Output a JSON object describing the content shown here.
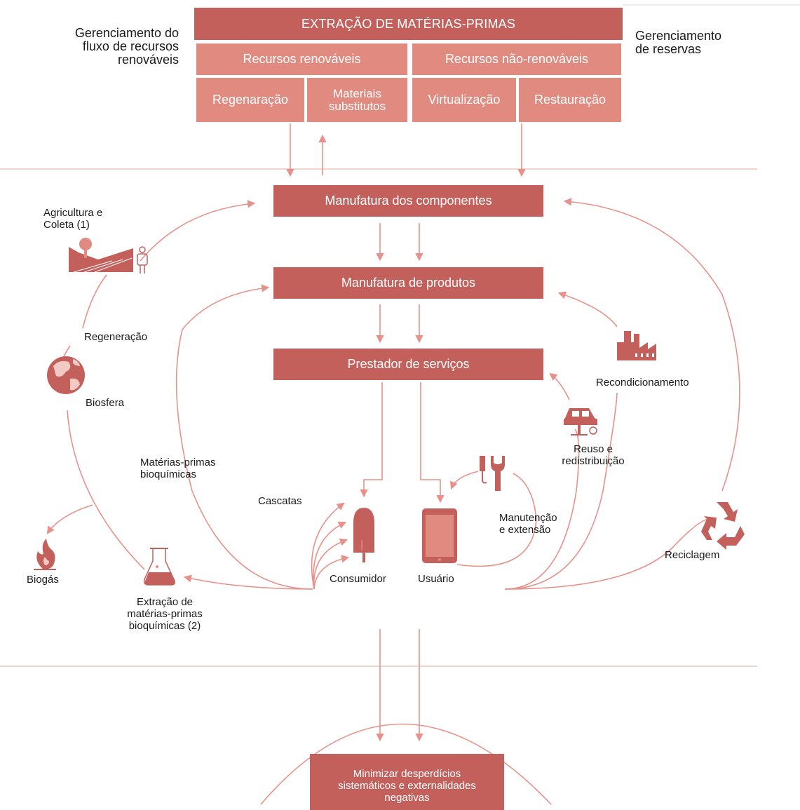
{
  "header": {
    "title": "EXTRAÇÃO DE MATÉRIAS-PRIMAS",
    "left_note": "Gerenciamento do\nfluxo de recursos\nrenováveis",
    "right_note": "Gerenciamento\nde reservas",
    "renewables": "Recursos renováveis",
    "non_renewables": "Recursos não-renováveis",
    "regeneration": "Regenaração",
    "substitutes": "Materiais\nsubstitutos",
    "virtualization": "Virtualização",
    "restoration": "Restauração"
  },
  "stages": {
    "components": "Manufatura dos componentes",
    "products": "Manufatura de produtos",
    "services": "Prestador de serviços",
    "minimize": "Minimizar desperdícios\nsistemáticos e externalidades\nnegativas"
  },
  "labels": {
    "agriculture": "Agricultura e\nColeta (1)",
    "regeneration": "Regeneração",
    "biosphere": "Biosfera",
    "biochemical_feedstock": "Matérias-primas\nbioquímicas",
    "cascades": "Cascatas",
    "biogas": "Biogás",
    "biochemical_extraction": "Extração de\nmatérias-primas\nbioquímicas (2)",
    "consumer": "Consumidor",
    "user": "Usuário",
    "maintenance": "Manutenção\ne extensão",
    "reuse": "Reuso e\nredistribuição",
    "refurbishment": "Recondicionamento",
    "recycling": "Reciclagem"
  },
  "colors": {
    "dark_box": "#c4605c",
    "light_box": "#e08a80",
    "arrow": "#e8918a",
    "separator": "#f2d3cf"
  },
  "icons": [
    "farm-icon",
    "person-icon",
    "globe-icon",
    "flame-icon",
    "flask-icon",
    "factory-icon",
    "car-icon",
    "tools-icon",
    "recycle-icon",
    "popsicle-icon",
    "tablet-icon"
  ]
}
